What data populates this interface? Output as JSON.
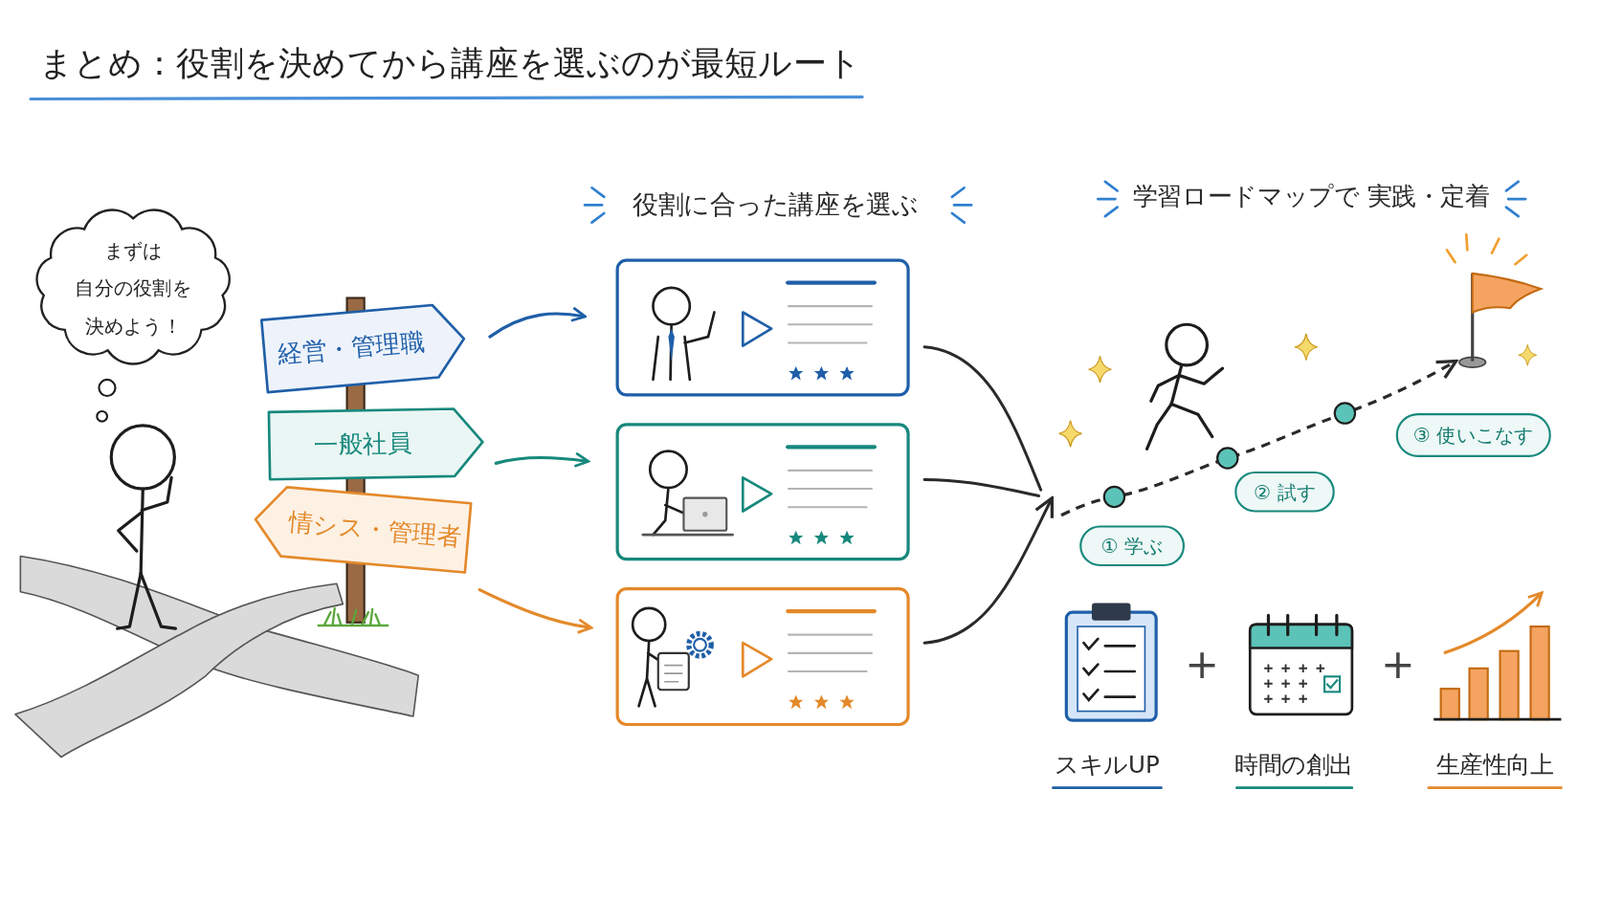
{
  "diagram": {
    "title": "まとめ：役割を決めてから講座を選ぶのが最短ルート",
    "nodes": [
      {
        "text": [
          "まずは 自分の役割を 決めよう！"
        ]
      },
      {
        "text": [
          "経営・管理職"
        ]
      },
      {
        "text": [
          "一般社員"
        ]
      },
      {
        "text": [
          "情シス・管理者"
        ]
      },
      {
        "text": [
          "① 学ぶ"
        ]
      },
      {
        "text": [
          "② 試す"
        ]
      },
      {
        "text": [
          "③ 使いこなす"
        ]
      }
    ],
    "labels": [
      "役割に合った講座を選ぶ",
      "学習ロードマップで 実践・定着",
      "スキルUP",
      "+",
      "時間の創出",
      "+",
      "生産性向上"
    ]
  }
}
